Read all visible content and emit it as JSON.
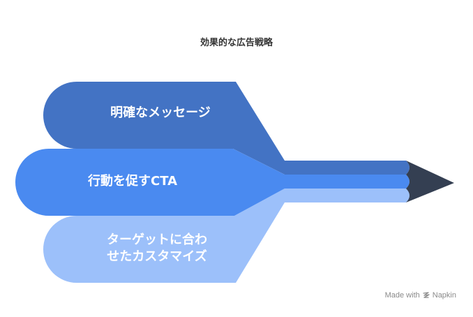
{
  "title": "効果的な広告戦略",
  "layers": [
    {
      "label_lines": [
        "明確なメッセージ"
      ],
      "color": "#4373c4"
    },
    {
      "label_lines": [
        "行動を促すCTA"
      ],
      "color": "#4a8af0"
    },
    {
      "label_lines": [
        "ターゲットに合わ",
        "せたカスタマイズ"
      ],
      "color": "#9cc0fa"
    }
  ],
  "tip_color": "#343f52",
  "watermark": {
    "prefix": "Made with",
    "brand": "Napkin",
    "icon": "napkin-logo-icon"
  }
}
